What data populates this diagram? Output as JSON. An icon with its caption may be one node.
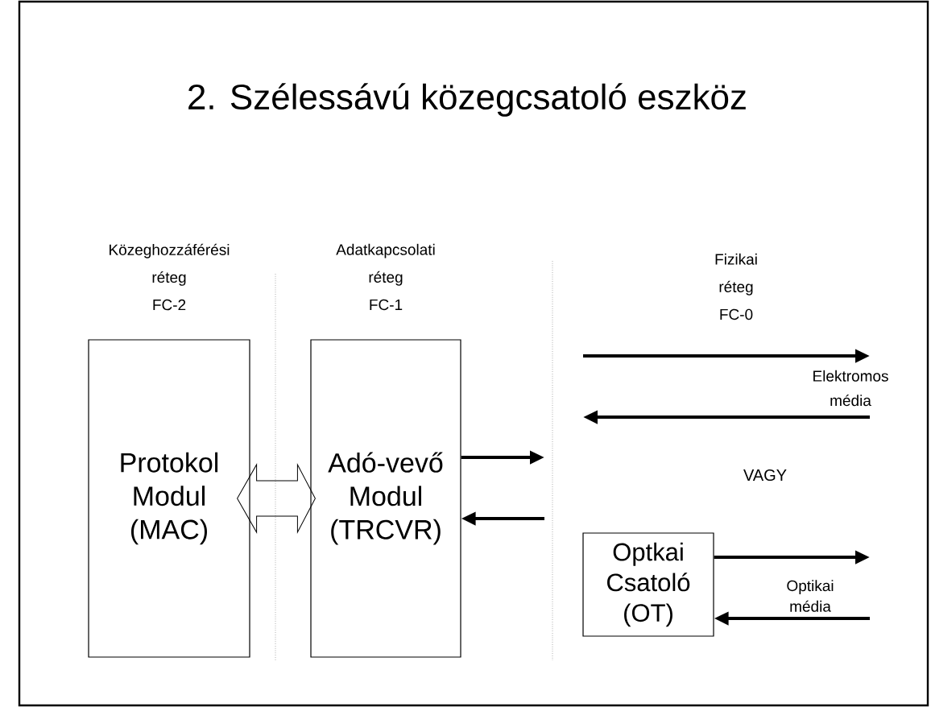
{
  "diagram": {
    "title": "2. Szélessávú közegcsatoló eszköz",
    "nodes": [
      {
        "text": [
          "Protokol Modul (MAC)"
        ]
      },
      {
        "text": [
          "Adó-vevő Modul (TRCVR)"
        ]
      },
      {
        "text": [
          "Optkai Csatoló (OT)"
        ]
      }
    ],
    "edges": [
      {
        "from": 0,
        "to": 1,
        "arrow": "both"
      },
      {
        "from": 1,
        "to": null,
        "arrow": "to"
      },
      {
        "from": null,
        "to": 1,
        "arrow": "to"
      },
      {
        "from": 2,
        "to": null,
        "arrow": "to"
      },
      {
        "from": null,
        "to": 2,
        "arrow": "to"
      }
    ],
    "labels": [
      "Közeghozzáférési réteg FC-2",
      "Adatkapcsolati réteg FC-1",
      "Fizikai réteg FC-0",
      "Elektromos média",
      "VAGY",
      "Optikai média"
    ]
  }
}
